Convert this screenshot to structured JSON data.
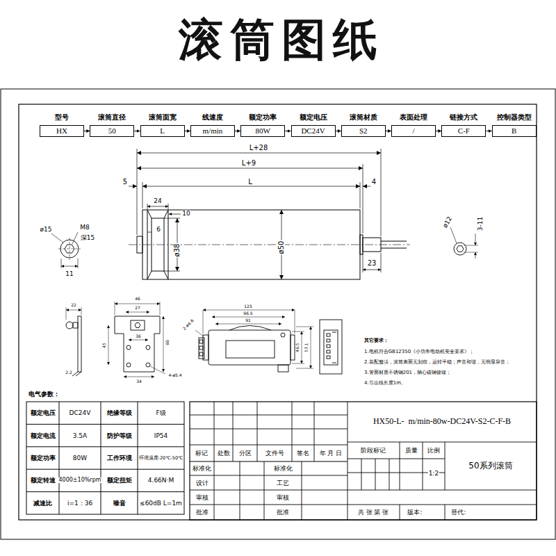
{
  "diagram": {
    "title": "滚筒图纸",
    "nodes": [
      {
        "text": [
          "型号",
          "HX"
        ]
      },
      {
        "text": [
          "滚筒直径",
          "50"
        ]
      },
      {
        "text": [
          "滚筒面宽",
          "L"
        ]
      },
      {
        "text": [
          "线速度",
          "m/min"
        ]
      },
      {
        "text": [
          "额定功率",
          "80W"
        ]
      },
      {
        "text": [
          "额定电压",
          "DC24V"
        ]
      },
      {
        "text": [
          "滚筒材质",
          "S2"
        ]
      },
      {
        "text": [
          "表面处理",
          "/"
        ]
      },
      {
        "text": [
          "链接方式",
          "C-F"
        ]
      },
      {
        "text": [
          "控制器类型",
          "B"
        ]
      }
    ],
    "edges": [
      {
        "from": 0,
        "to": 1,
        "arrow": "to"
      },
      {
        "from": 1,
        "to": 2,
        "arrow": "to"
      },
      {
        "from": 2,
        "to": 3,
        "arrow": "to"
      },
      {
        "from": 3,
        "to": 4,
        "arrow": "to"
      },
      {
        "from": 4,
        "to": 5,
        "arrow": "to"
      },
      {
        "from": 5,
        "to": 6,
        "arrow": "to"
      },
      {
        "from": 6,
        "to": 7,
        "arrow": "to"
      },
      {
        "from": 7,
        "to": 8,
        "arrow": "to"
      },
      {
        "from": 8,
        "to": 9,
        "arrow": "to"
      }
    ],
    "labels": [
      "L+28",
      "L+9",
      "5",
      "L",
      "4",
      "24",
      "10",
      "6",
      "ø38",
      "ø50",
      "23",
      "ø15",
      "M8",
      "深15",
      "11",
      "ø12",
      "3-11",
      "22",
      "2.2",
      "46",
      "27",
      "36",
      "45",
      "60",
      "34",
      "4-ø5.4",
      "125",
      "96.5",
      "91",
      "2-ø4.6",
      "46.5",
      "57.1",
      "其它要求：",
      "1.电机符合GB12350《小功率电动机安全要求》；",
      "2.装配整洁，滚筒表面无划痕，运转平稳；声音和谐，无明显异音；",
      "3.管面材质不锈钢201，轴心碳钢镀镍；",
      "4.引出线长度1m。",
      "电气参数：",
      "额定电压",
      "DC24V",
      "绝缘等级",
      "F级",
      "额定电流",
      "3.5A",
      "防护等级",
      "IP54",
      "额定功率",
      "80W",
      "工作环境",
      "环境温度-20℃-50℃",
      "额定转速",
      "4000±10%rpm",
      "额定扭矩",
      "4.66N·M",
      "减速比",
      "i=1：36",
      "噪音",
      "≤60dB L=1m",
      "HX50-L-  m/min-80w-DC24V-S2-C-F-B",
      "标记",
      "处数",
      "分区",
      "文件号",
      "签名",
      "年 月 日",
      "阶段标记",
      "质量",
      "比例",
      "1:2",
      "50系列滚筒",
      "标准化",
      "标准化",
      "设计",
      "工艺",
      "审核",
      "审核",
      "批准",
      "批准",
      "共 张 第 张",
      "版本:",
      "替代:"
    ]
  }
}
